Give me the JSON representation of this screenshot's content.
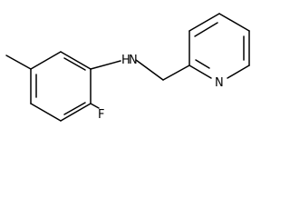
{
  "molecule": {
    "atoms": {
      "fluorine": "F",
      "amine": "N",
      "amine_h": "H",
      "pyridine_n": "N"
    },
    "colors": {
      "bond": "#000000",
      "label": "#000000",
      "background": "#ffffff"
    }
  }
}
